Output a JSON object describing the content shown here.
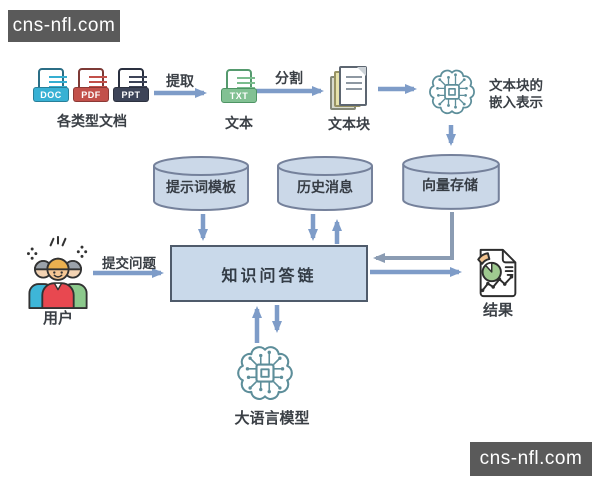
{
  "watermarks": {
    "top_left": "cns-nfl.com",
    "bottom_right": "cns-nfl.com"
  },
  "flow": {
    "documents": {
      "label": "各类型文档",
      "types": [
        "DOC",
        "PDF",
        "PPT"
      ]
    },
    "extract_arrow_label": "提取",
    "text_node": {
      "label": "文本",
      "badge": "TXT"
    },
    "split_arrow_label": "分割",
    "chunks_node": {
      "label": "文本块"
    },
    "embedding_caption": {
      "line1": "文本块的",
      "line2": "嵌入表示"
    }
  },
  "stores": {
    "prompt_template": "提示词模板",
    "history": "历史消息",
    "vector": "向量存储"
  },
  "qa_chain": {
    "label": "知识问答链"
  },
  "user_node": {
    "label": "用户",
    "arrow_label": "提交问题"
  },
  "result_node": {
    "label": "结果"
  },
  "llm_node": {
    "label": "大语言模型"
  },
  "colors": {
    "arrow_blue": "#7e9cc8",
    "connector_gray": "#8b9cb3",
    "box_fill": "#c9d9ea",
    "box_border": "#4f5b6b",
    "cylinder_fill": "#cbd8e8",
    "cylinder_border": "#75819b",
    "brain_teal": "#5d8e9a",
    "watermark_bg": "#5a5a5a",
    "doc_badge": "#38b1d4",
    "pdf_badge": "#c2504a",
    "ppt_badge": "#3d4458",
    "txt_badge": "#82c193"
  }
}
